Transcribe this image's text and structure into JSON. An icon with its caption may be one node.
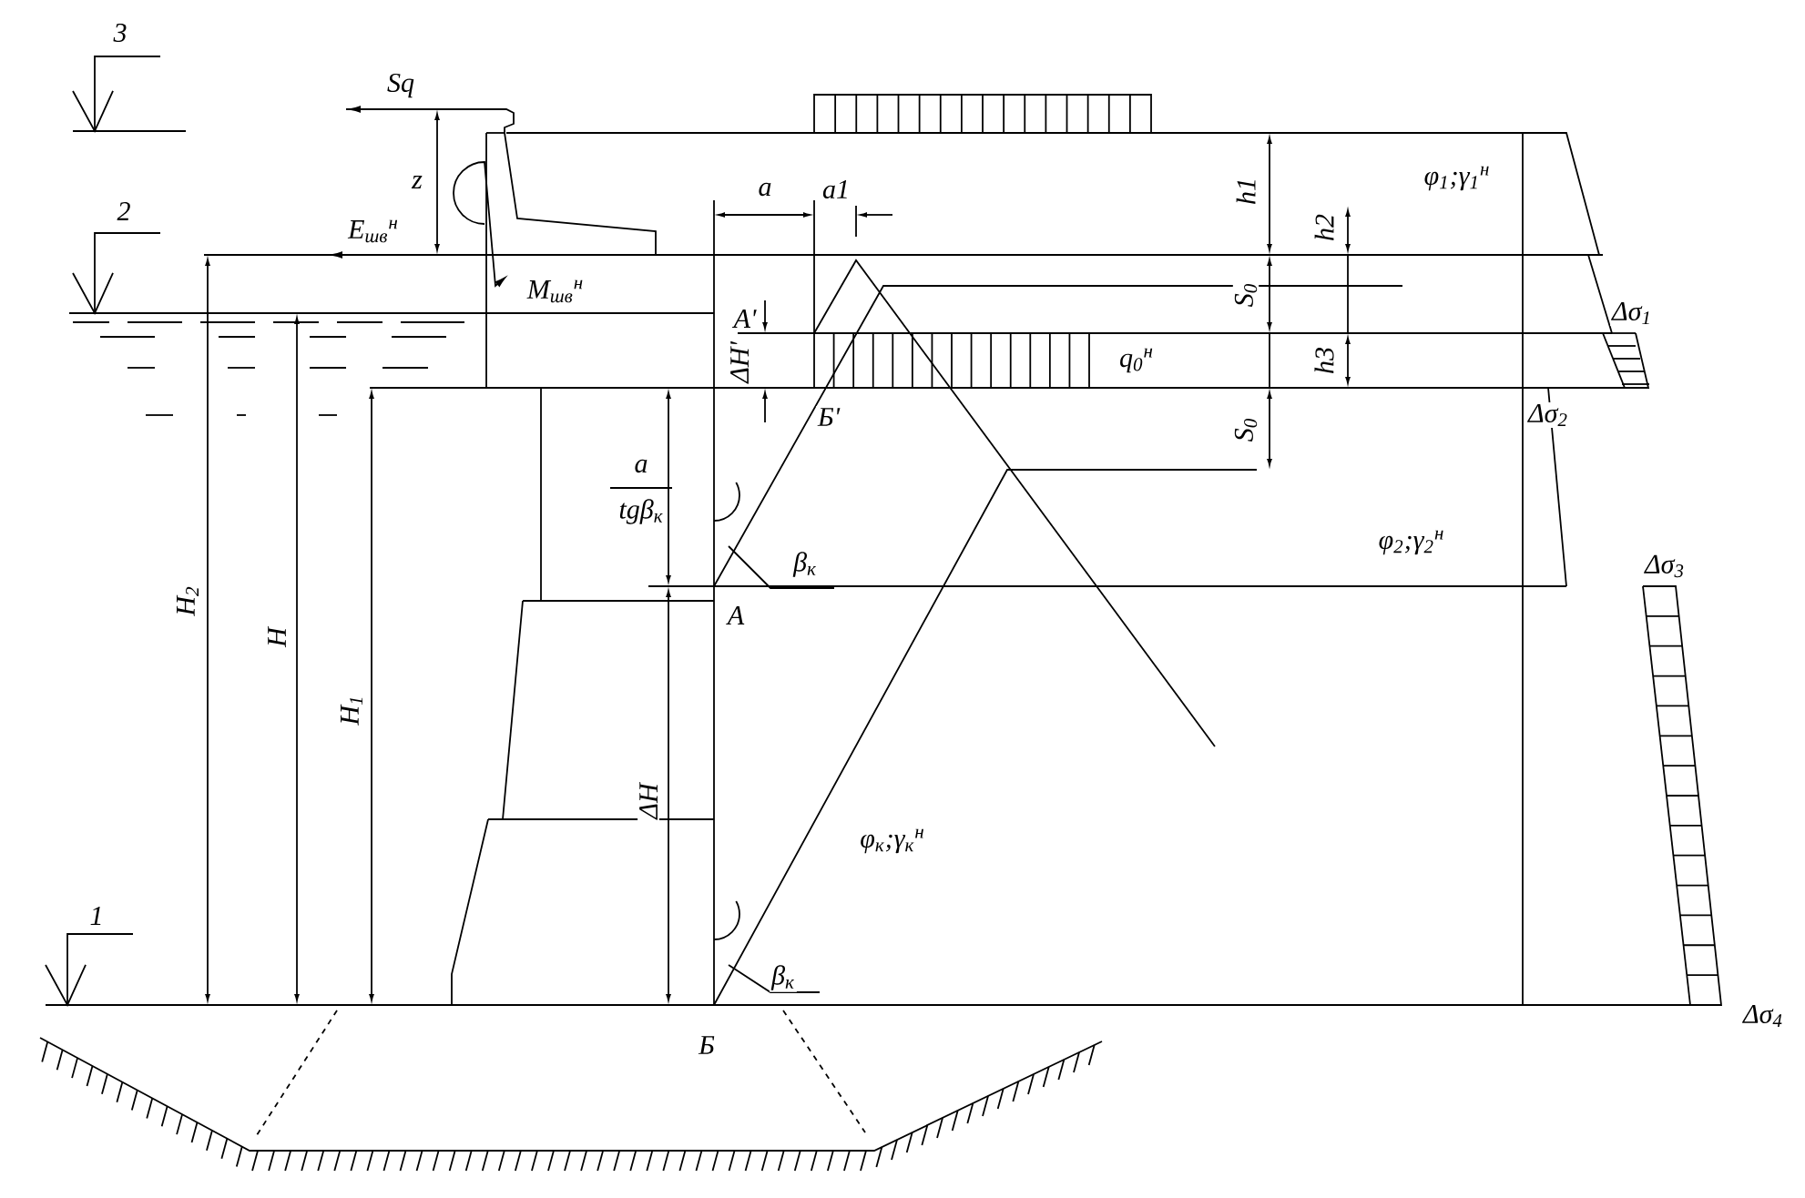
{
  "diagram": {
    "labels": [
      "3",
      "Sq",
      "z",
      "a",
      "a1",
      "h1",
      "φ$_{1}$;γ$_{1}$$^{н}$",
      "2",
      "E$_{шв}$$^{н}$",
      "h2",
      "M$_{шв}$$^{н}$",
      "A'",
      "ΔH'",
      "S$_{0}$",
      "Δσ$_{1}$",
      "h3",
      "q$_{0}$$^{н}$",
      "Б'",
      "S$_{0}$",
      "Δσ$_{2}$",
      "a",
      "tgβ$_{к}$",
      "β$_{к}$",
      "φ$_{2}$;γ$_{2}$$^{н}$",
      "Δσ$_{3}$",
      "A",
      "H$_{2}$",
      "H",
      "H$_{1}$",
      "ΔH",
      "φ$_{к}$;γ$_{к}$$^{н}$",
      "1",
      "β$_{к}$",
      "Δσ$_{4}$",
      "Б"
    ]
  }
}
